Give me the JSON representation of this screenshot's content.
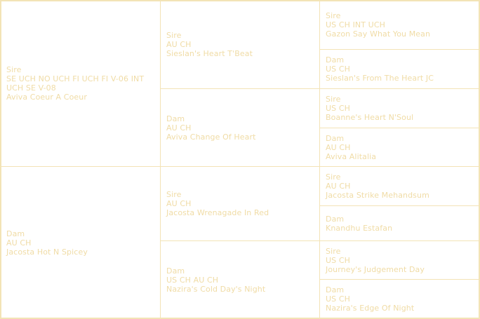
{
  "gen1": {
    "sire": {
      "role": "Sire",
      "titles": "SE UCH NO UCH FI UCH FI V-06 INT UCH SE V-08",
      "name": "Aviva Coeur A Coeur"
    },
    "dam": {
      "role": "Dam",
      "titles": "AU CH",
      "name": "Jacosta Hot N Spicey"
    }
  },
  "gen2": {
    "ss": {
      "role": "Sire",
      "titles": "AU CH",
      "name": "Sieslan's Heart T'Beat"
    },
    "sd": {
      "role": "Dam",
      "titles": "AU CH",
      "name": "Aviva Change Of Heart"
    },
    "ds": {
      "role": "Sire",
      "titles": "AU CH",
      "name": "Jacosta Wrenagade In Red"
    },
    "dd": {
      "role": "Dam",
      "titles": "US CH AU CH",
      "name": "Nazira's Cold Day's Night"
    }
  },
  "gen3": {
    "sss": {
      "role": "Sire",
      "titles": "US CH INT UCH",
      "name": "Gazon Say What You Mean"
    },
    "ssd": {
      "role": "Dam",
      "titles": "US CH",
      "name": "Sieslan's From The Heart JC"
    },
    "sds": {
      "role": "Sire",
      "titles": "US CH",
      "name": "Boanne's Heart N'Soul"
    },
    "sdd": {
      "role": "Dam",
      "titles": "AU CH",
      "name": "Aviva Alitalia"
    },
    "dss": {
      "role": "Sire",
      "titles": "AU CH",
      "name": "Jacosta Strike Mehandsum"
    },
    "dsd": {
      "role": "Dam",
      "name": "Knandhu Estafan"
    },
    "dds": {
      "role": "Sire",
      "titles": "US CH",
      "name": "Journey's Judgement Day"
    },
    "ddd": {
      "role": "Dam",
      "titles": "US CH",
      "name": "Nazira's Edge Of Night"
    }
  }
}
